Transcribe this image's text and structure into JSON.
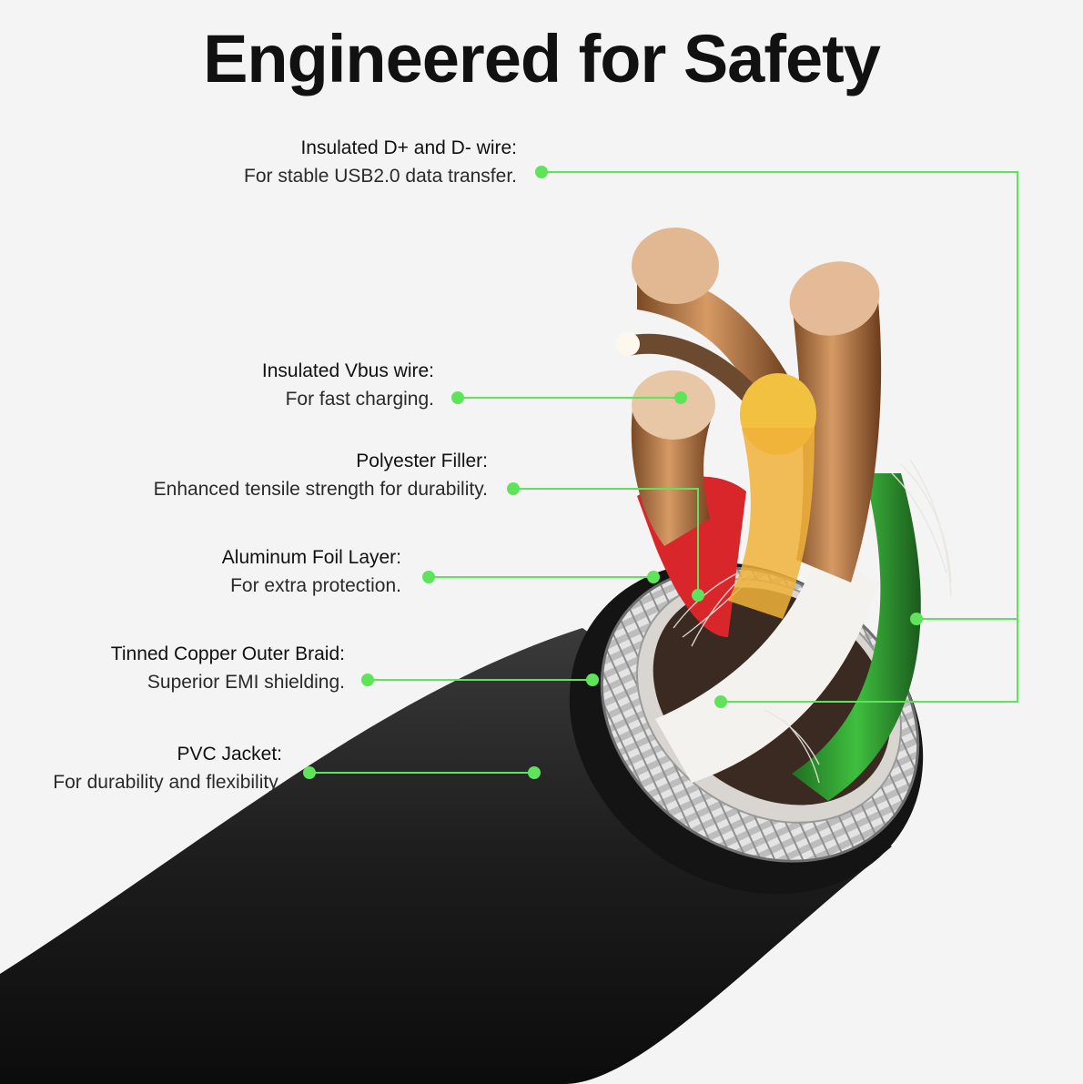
{
  "title": "Engineered for Safety",
  "accent_color": "#5ee35a",
  "callouts": [
    {
      "heading": "Insulated D+ and D- wire:",
      "description": "For stable USB2.0 data transfer."
    },
    {
      "heading": "Insulated Vbus wire:",
      "description": "For fast charging."
    },
    {
      "heading": "Polyester Filler:",
      "description": "Enhanced tensile strength for durability."
    },
    {
      "heading": "Aluminum Foil Layer:",
      "description": "For extra protection."
    },
    {
      "heading": "Tinned Copper Outer Braid:",
      "description": "Superior EMI shielding."
    },
    {
      "heading": "PVC Jacket:",
      "description": "For durability and flexibility."
    }
  ]
}
